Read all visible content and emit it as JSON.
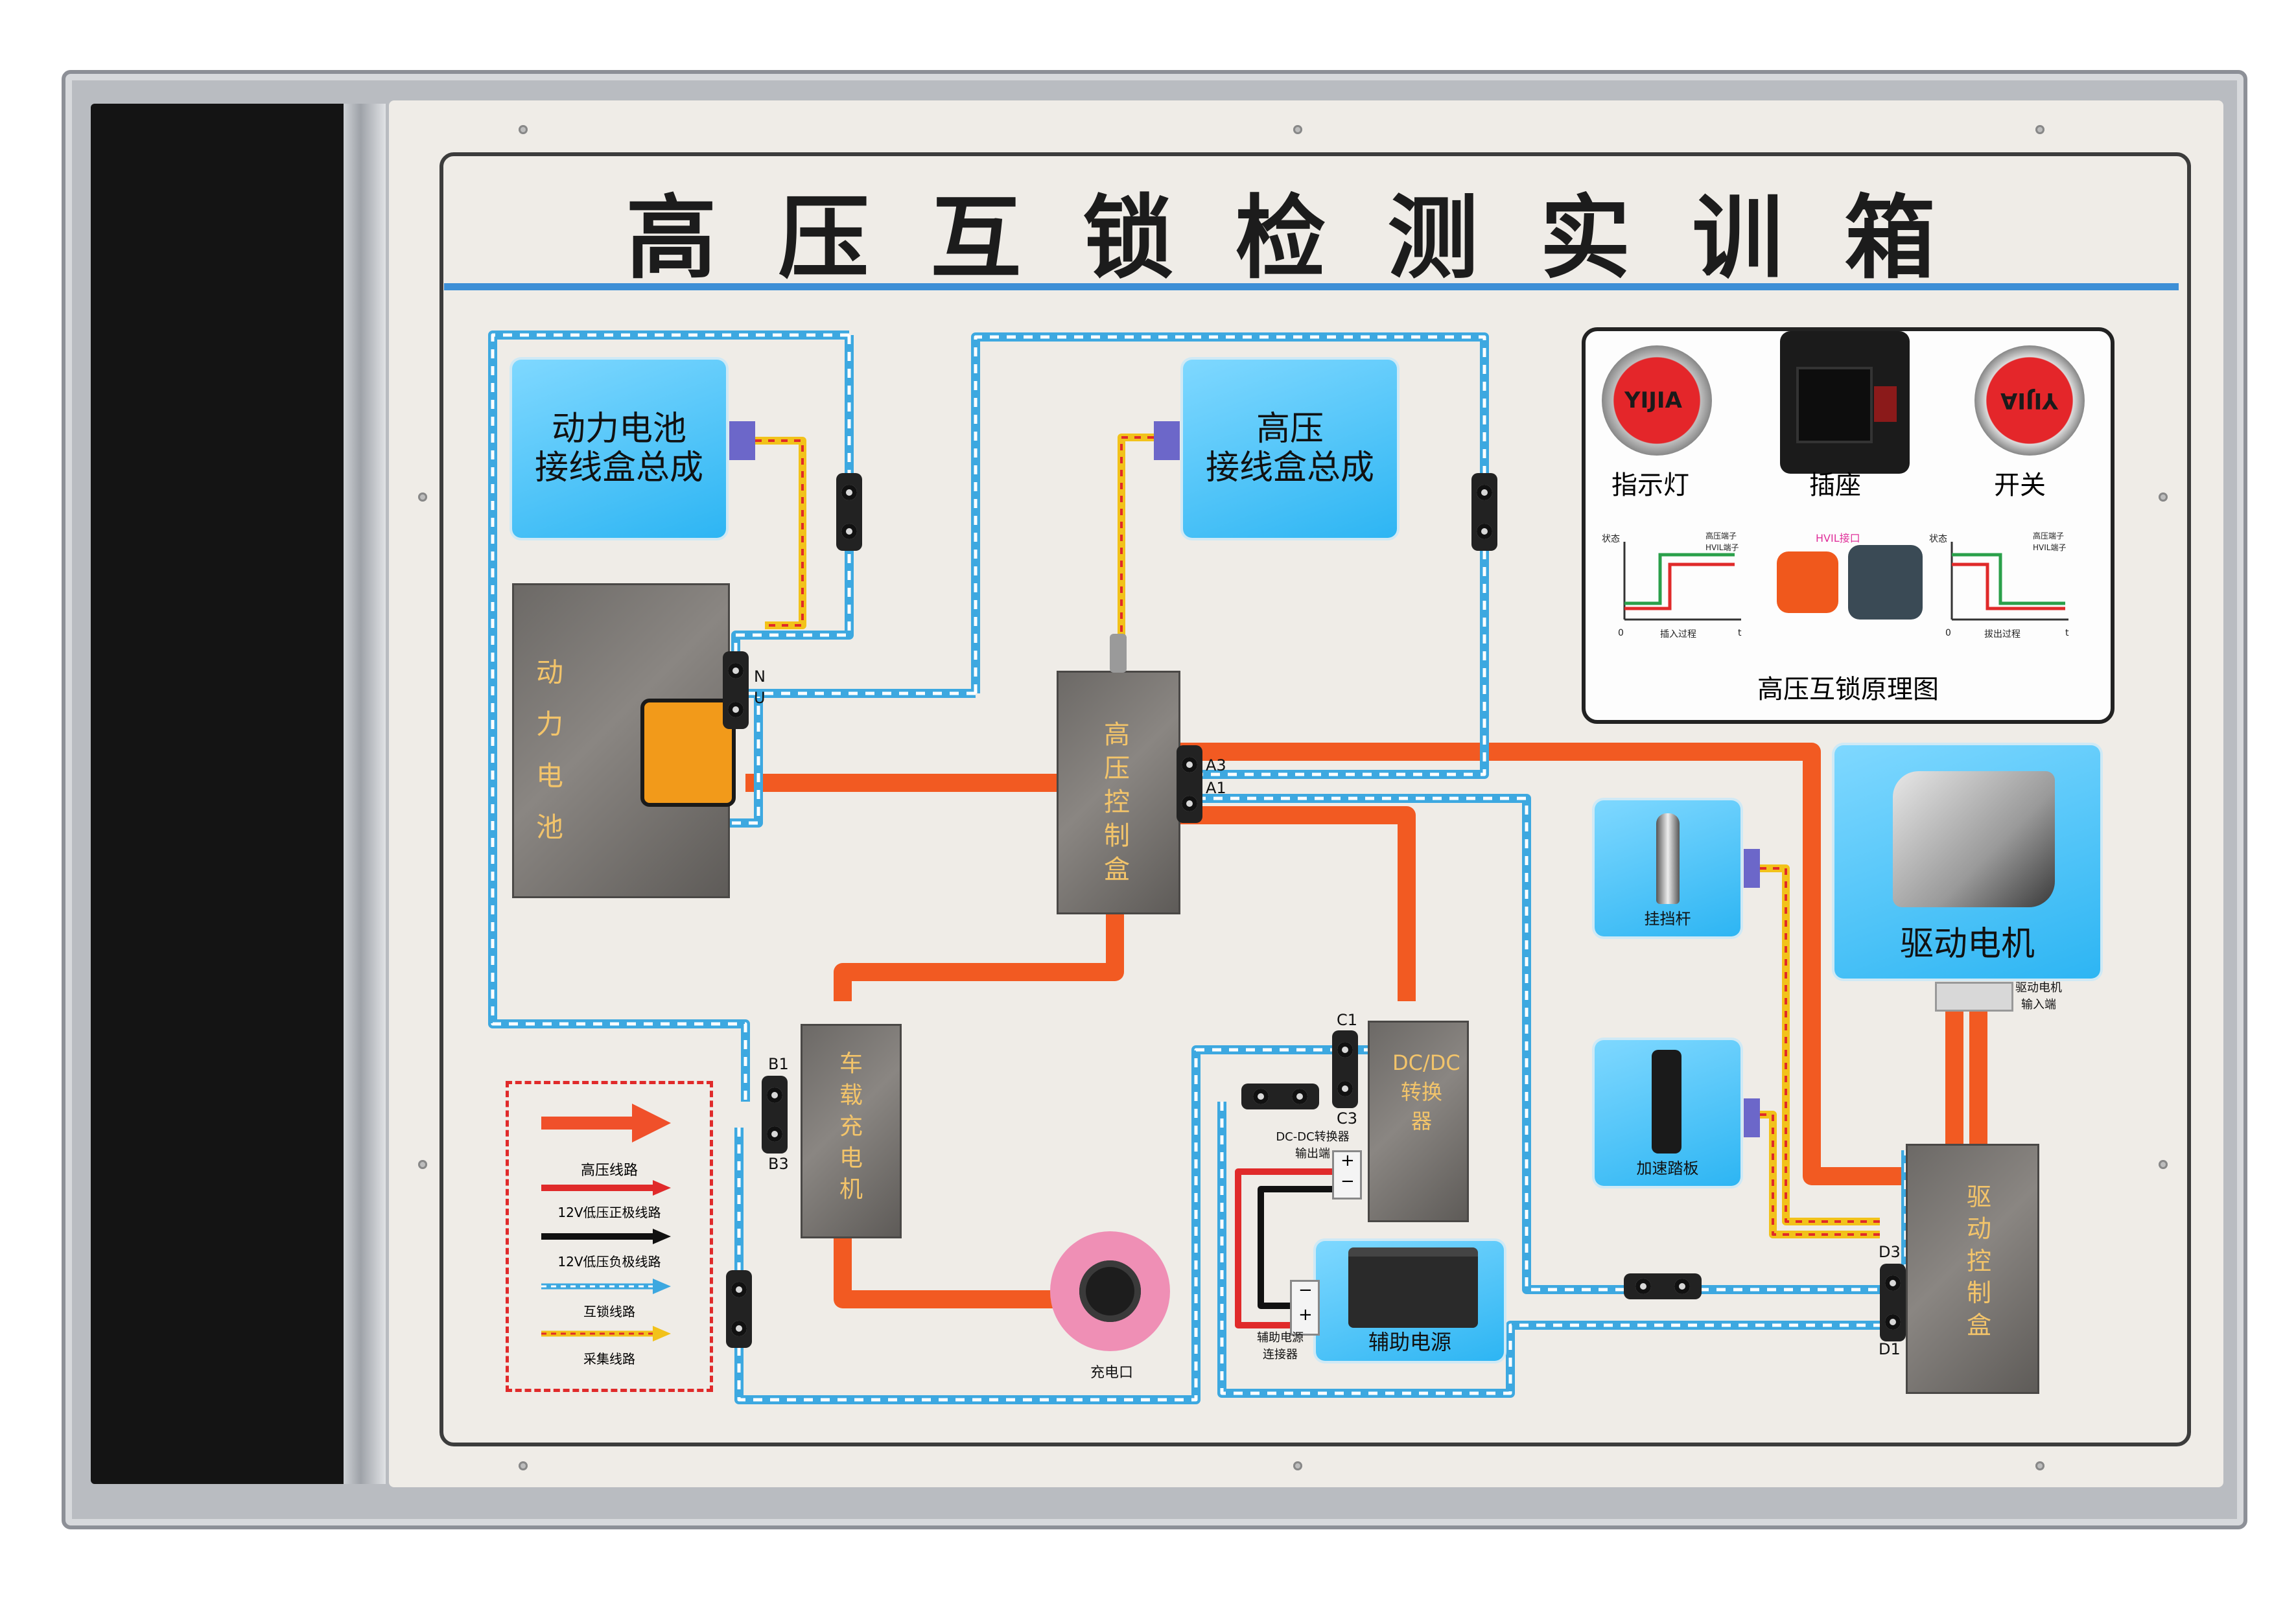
{
  "title": "高压互锁检测实训箱",
  "modules": {
    "battery_junction": "动力电池\n接线盒总成",
    "hv_junction": "高压\n接线盒总成",
    "power_battery": "动\n力\n电\n池",
    "hv_control_box": "高\n压\n控\n制\n盒",
    "onboard_charger": "车\n载\n充\n电\n机",
    "dcdc": "DC/DC\n转换器",
    "drive_control": "驱\n动\n控\n制\n盒",
    "drive_motor": "驱动电机",
    "gear_lever": "挂挡杆",
    "accelerator": "加速踏板",
    "aux_power": "辅助电源",
    "charge_port": "充电口"
  },
  "panel": {
    "indicator_label": "指示灯",
    "socket_label": "插座",
    "switch_label": "开关",
    "brand_text": "YIJIA",
    "hvil_port_label": "HVIL接口",
    "chart_state_label": "状态",
    "chart_left_axis": "插入过程",
    "chart_right_axis": "拔出过程",
    "chart_origin": "0",
    "chart_t": "t",
    "chart_left_legend_1": "高压端子",
    "chart_left_legend_2": "HVIL端子",
    "chart_right_legend_1": "高压端子",
    "chart_right_legend_2": "HVIL端子",
    "principle_caption": "高压互锁原理图"
  },
  "pin_labels": {
    "n": "N",
    "u": "U",
    "a3": "A3",
    "a1": "A1",
    "b1": "B1",
    "b3": "B3",
    "c1": "C1",
    "c3": "C3",
    "d3": "D3",
    "d1": "D1"
  },
  "captions": {
    "dcdc_output": "DC-DC转换器\n输出端",
    "aux_connector": "辅助电源\n连接器",
    "motor_input": "驱动电机\n输入端",
    "plus": "+",
    "minus": "−"
  },
  "legend": {
    "items": [
      {
        "label": "高压线路",
        "color": "#f0502a"
      },
      {
        "label": "12V低压正极线路",
        "color": "#e02a2a"
      },
      {
        "label": "12V低压负极线路",
        "color": "#111111"
      },
      {
        "label": "互锁线路",
        "color": "#3da8e0"
      },
      {
        "label": "采集线路",
        "color": "#f0d020"
      }
    ]
  },
  "colors": {
    "high_voltage": "#f25a22",
    "interlock_blue": "#3da8e0",
    "collect_yellow": "#f2c21a",
    "module_blue": "#35b9f3",
    "title_line": "#3d8fd6"
  }
}
